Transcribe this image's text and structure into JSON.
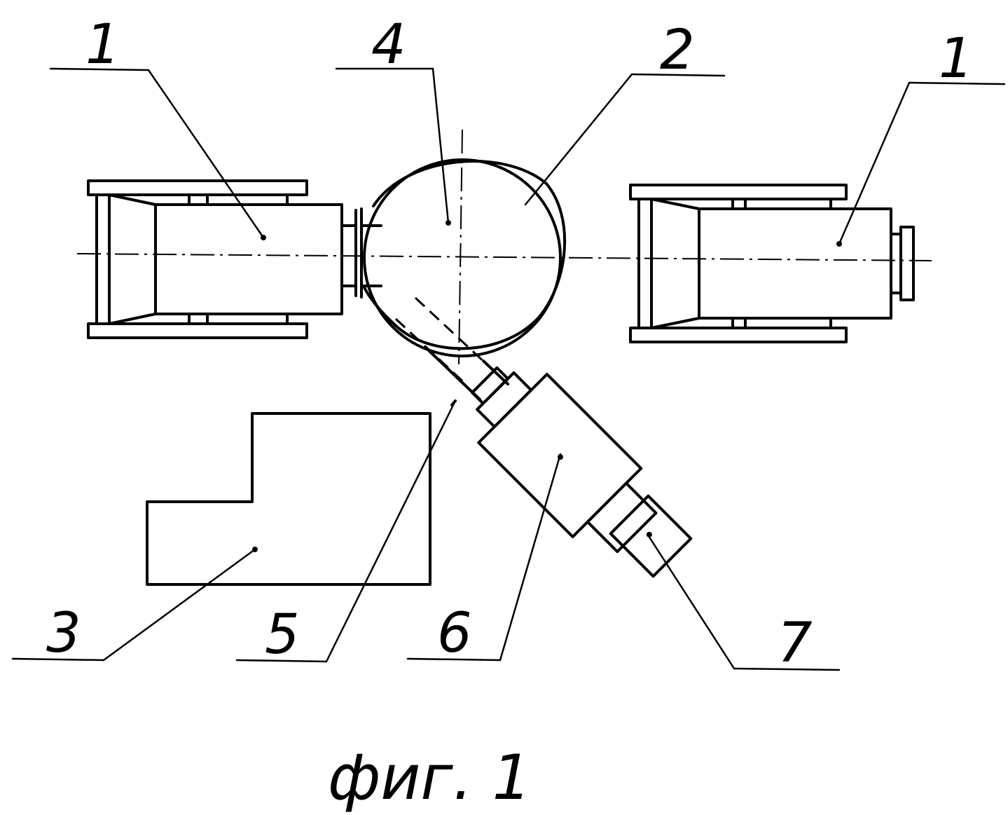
{
  "labels": {
    "l1_left": "1",
    "l4": "4",
    "l2": "2",
    "l1_right": "1",
    "l3": "3",
    "l5": "5",
    "l6": "6",
    "l7": "7"
  },
  "caption": "фиг. 1"
}
